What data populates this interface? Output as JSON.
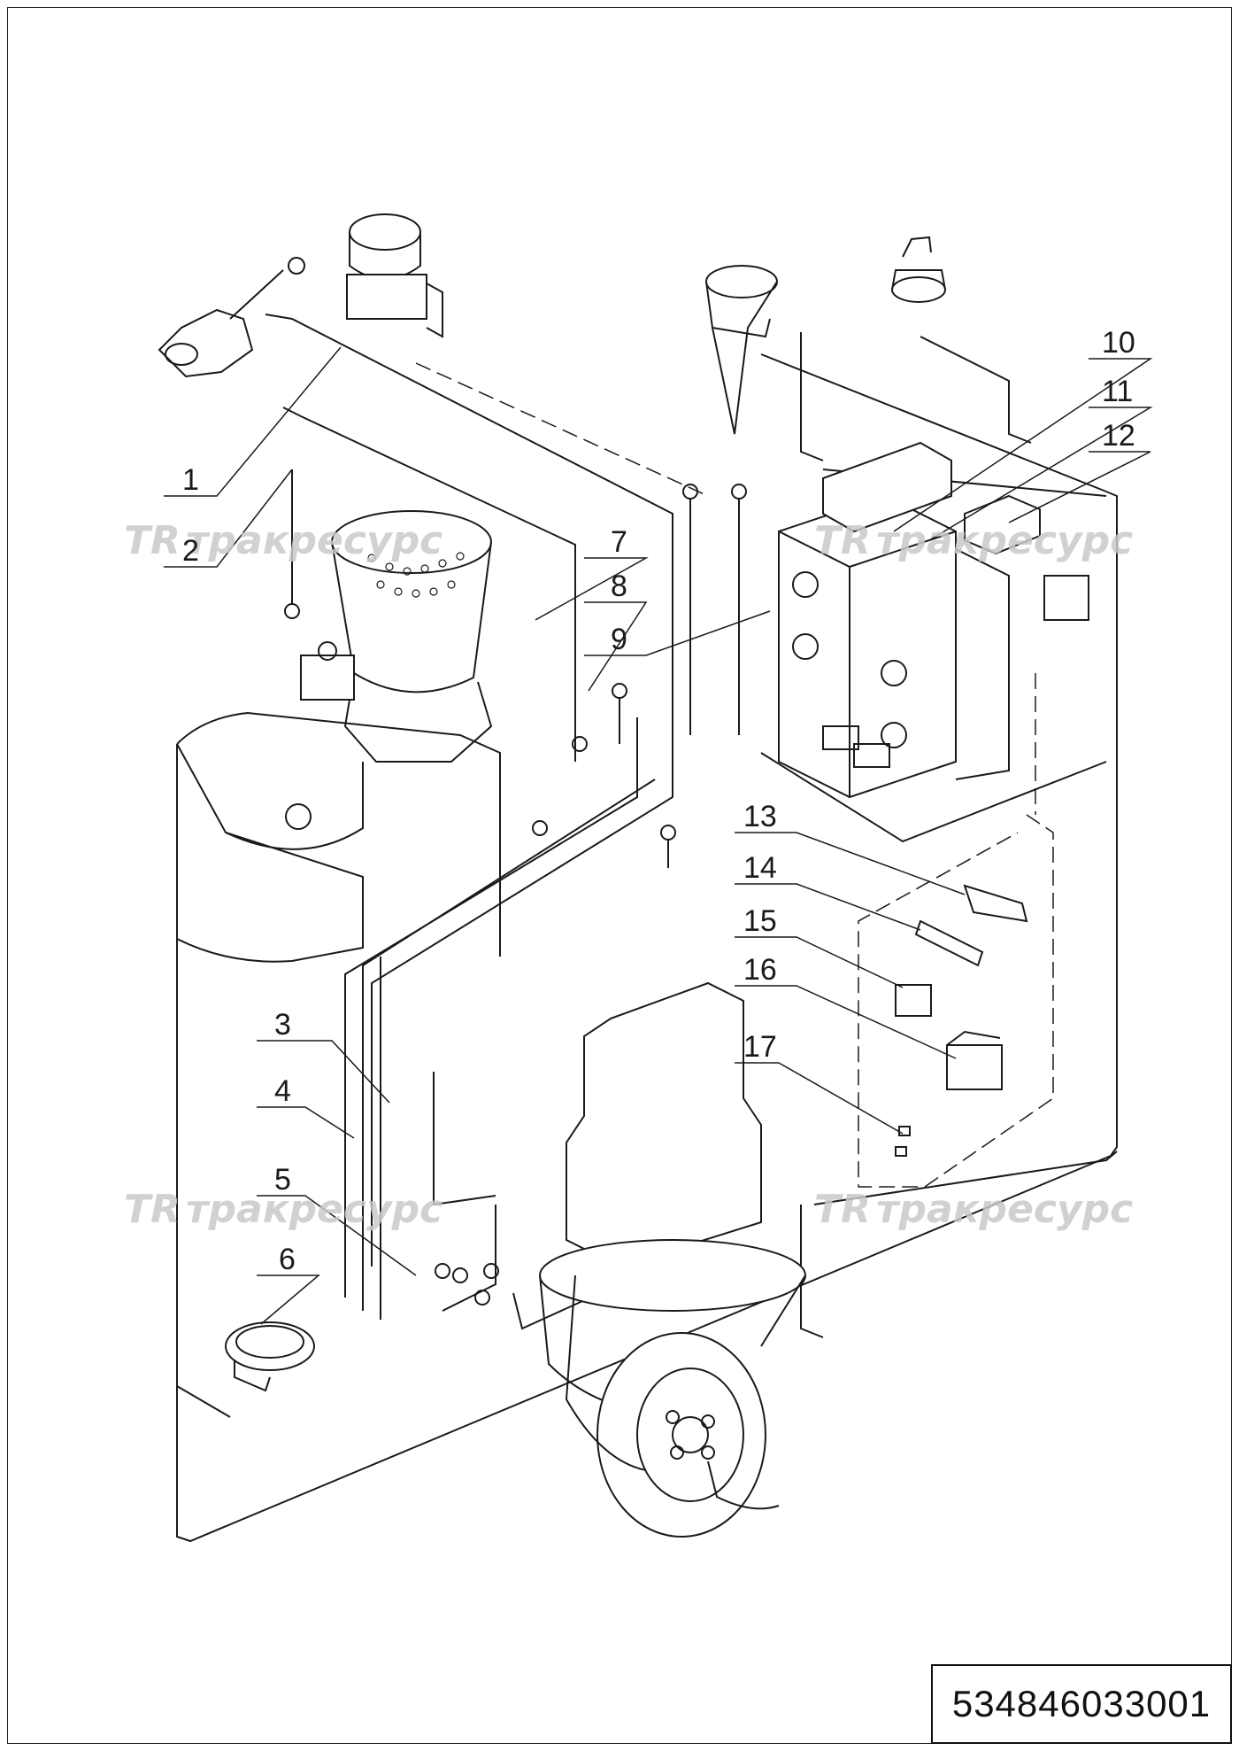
{
  "callouts": [
    {
      "id": "1",
      "label": "1"
    },
    {
      "id": "2",
      "label": "2"
    },
    {
      "id": "3",
      "label": "3"
    },
    {
      "id": "4",
      "label": "4"
    },
    {
      "id": "5",
      "label": "5"
    },
    {
      "id": "6",
      "label": "6"
    },
    {
      "id": "7",
      "label": "7"
    },
    {
      "id": "8",
      "label": "8"
    },
    {
      "id": "9",
      "label": "9"
    },
    {
      "id": "10",
      "label": "10"
    },
    {
      "id": "11",
      "label": "11"
    },
    {
      "id": "12",
      "label": "12"
    },
    {
      "id": "13",
      "label": "13"
    },
    {
      "id": "14",
      "label": "14"
    },
    {
      "id": "15",
      "label": "15"
    },
    {
      "id": "16",
      "label": "16"
    },
    {
      "id": "17",
      "label": "17"
    }
  ],
  "watermark": {
    "text": "тракресурс",
    "logo": "TR"
  },
  "drawing_number": "534846033001"
}
